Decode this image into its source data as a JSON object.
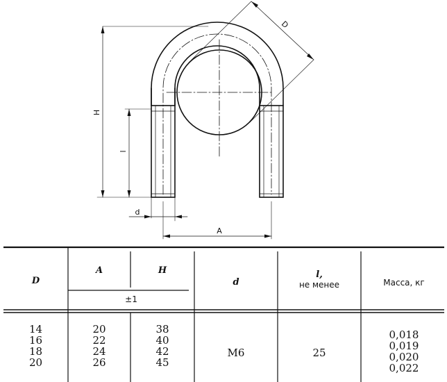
{
  "drawing": {
    "dim_labels": {
      "D": "D",
      "H": "H",
      "l": "l",
      "d": "d",
      "A": "A"
    }
  },
  "table": {
    "headers": {
      "D": "D",
      "A": "A",
      "H": "H",
      "tolerance": "±1",
      "d": "d",
      "l_symbol": "l,",
      "l_note": "не менее",
      "mass": "Масса, кг"
    },
    "columns": {
      "D": [
        "14",
        "16",
        "18",
        "20"
      ],
      "A": [
        "20",
        "22",
        "24",
        "26"
      ],
      "H": [
        "38",
        "40",
        "42",
        "45"
      ],
      "d": "M6",
      "l": "25",
      "mass": [
        "0,018",
        "0,019",
        "0,020",
        "0,022"
      ]
    }
  }
}
